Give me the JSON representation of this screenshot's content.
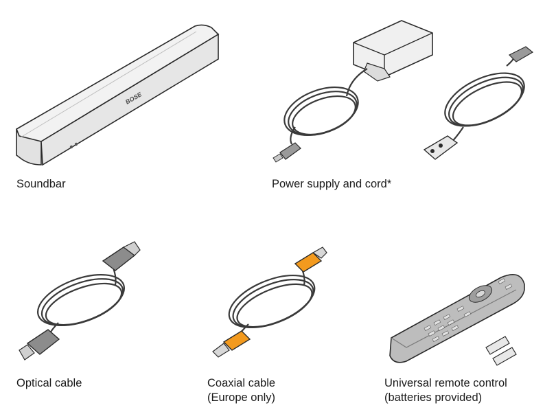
{
  "items": {
    "soundbar": {
      "caption": "Soundbar",
      "logo": "BOSE"
    },
    "power": {
      "caption": "Power supply and cord*"
    },
    "optical": {
      "caption": "Optical cable"
    },
    "coaxial": {
      "caption_line1": "Coaxial cable",
      "caption_line2": "(Europe only)"
    },
    "remote": {
      "caption_line1": "Universal remote control",
      "caption_line2": "(batteries provided)"
    }
  },
  "colors": {
    "line": "#2a2a2a",
    "soundbar_body": "#e9e9e9",
    "soundbar_top": "#f3f3f3",
    "cable": "#3a3a3a",
    "connector_gray": "#8c8c8c",
    "coax_orange": "#f39a1e",
    "remote_body": "#b9b9b9",
    "battery": "#e6e6e6"
  }
}
